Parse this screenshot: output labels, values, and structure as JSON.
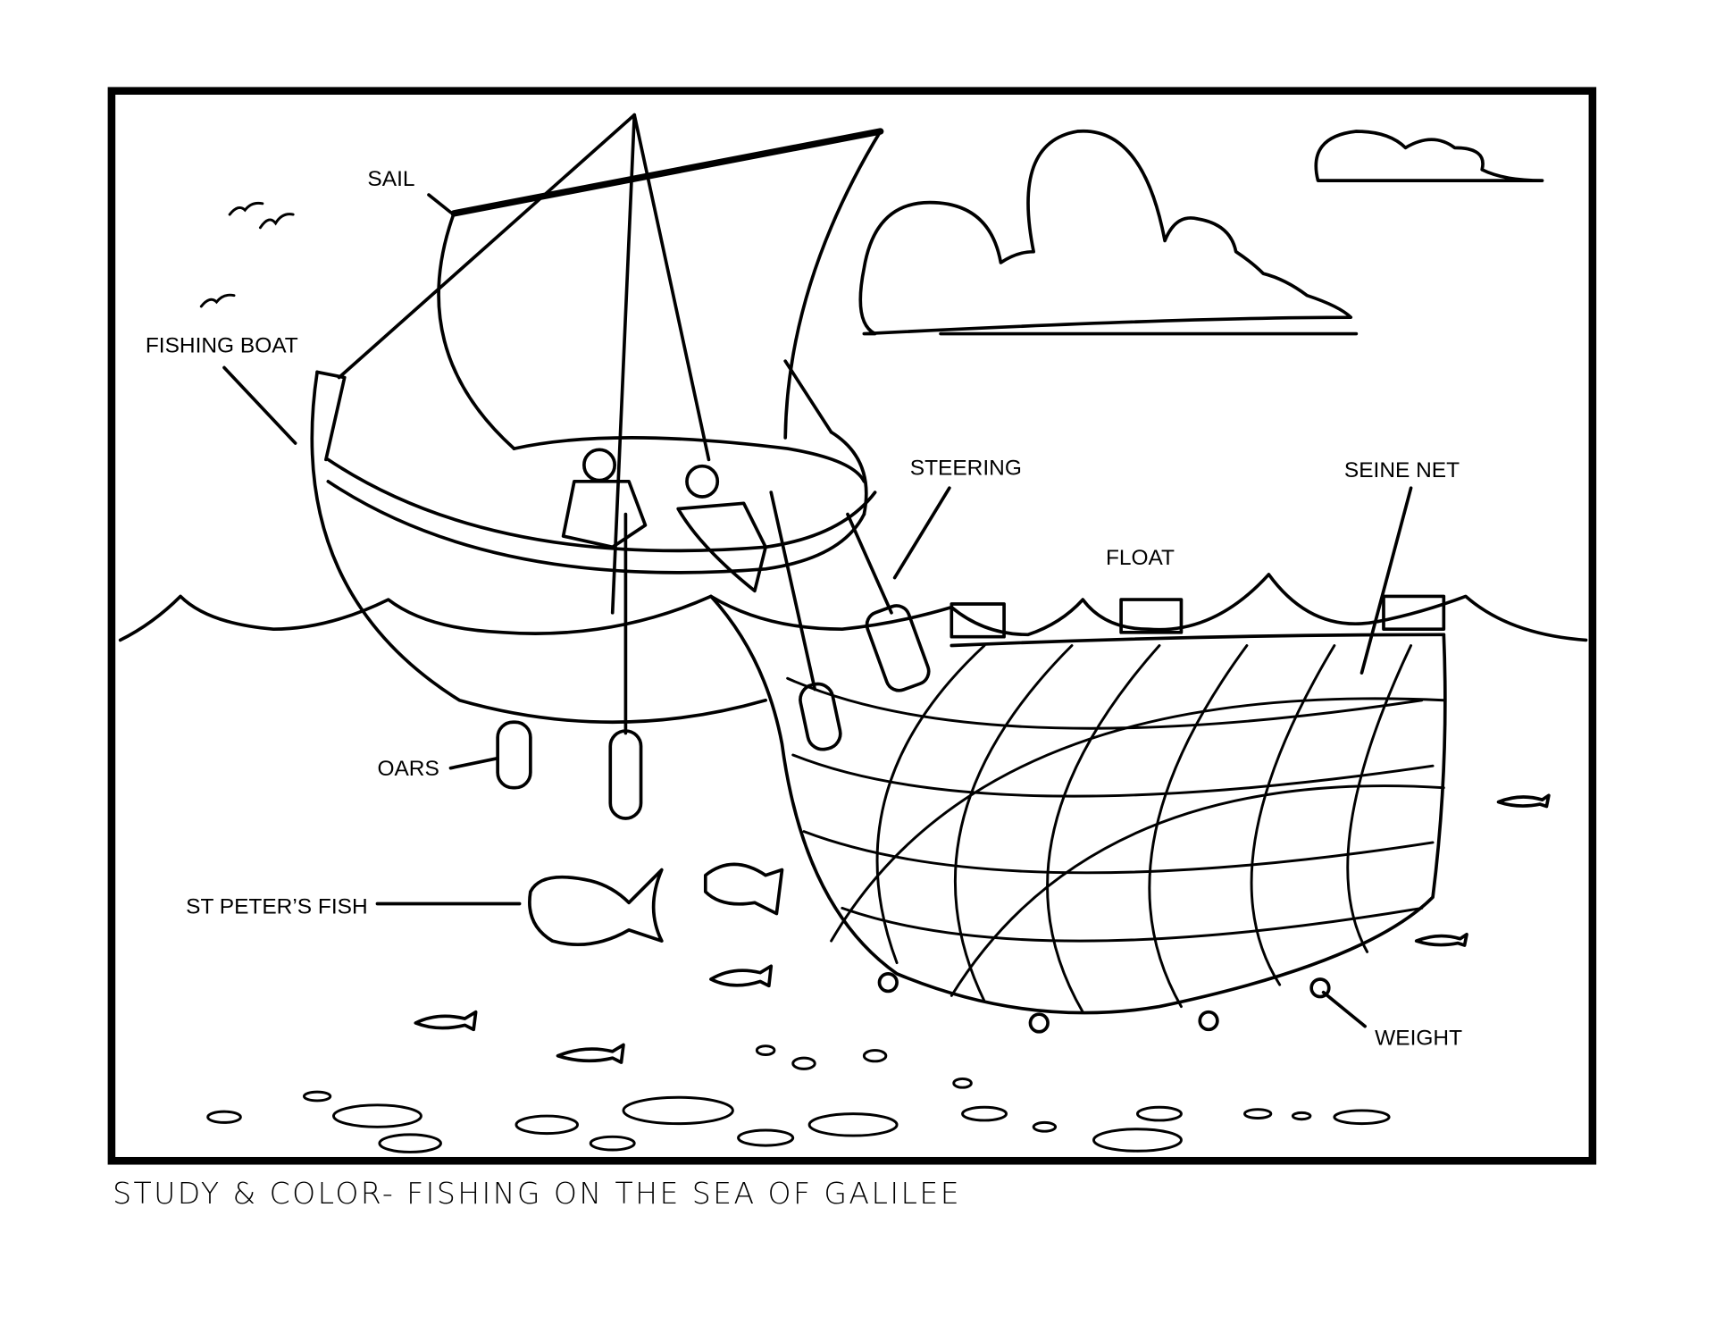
{
  "caption": "STUDY & COLOR- FISHING ON THE SEA OF GALILEE",
  "labels": {
    "sail": "SAIL",
    "fishing_boat": "FISHING BOAT",
    "steering": "STEERING",
    "seine_net": "SEINE NET",
    "float": "FLOAT",
    "oars": "OARS",
    "st_peters_fish": "ST PETER’S FISH",
    "weight": "WEIGHT"
  }
}
